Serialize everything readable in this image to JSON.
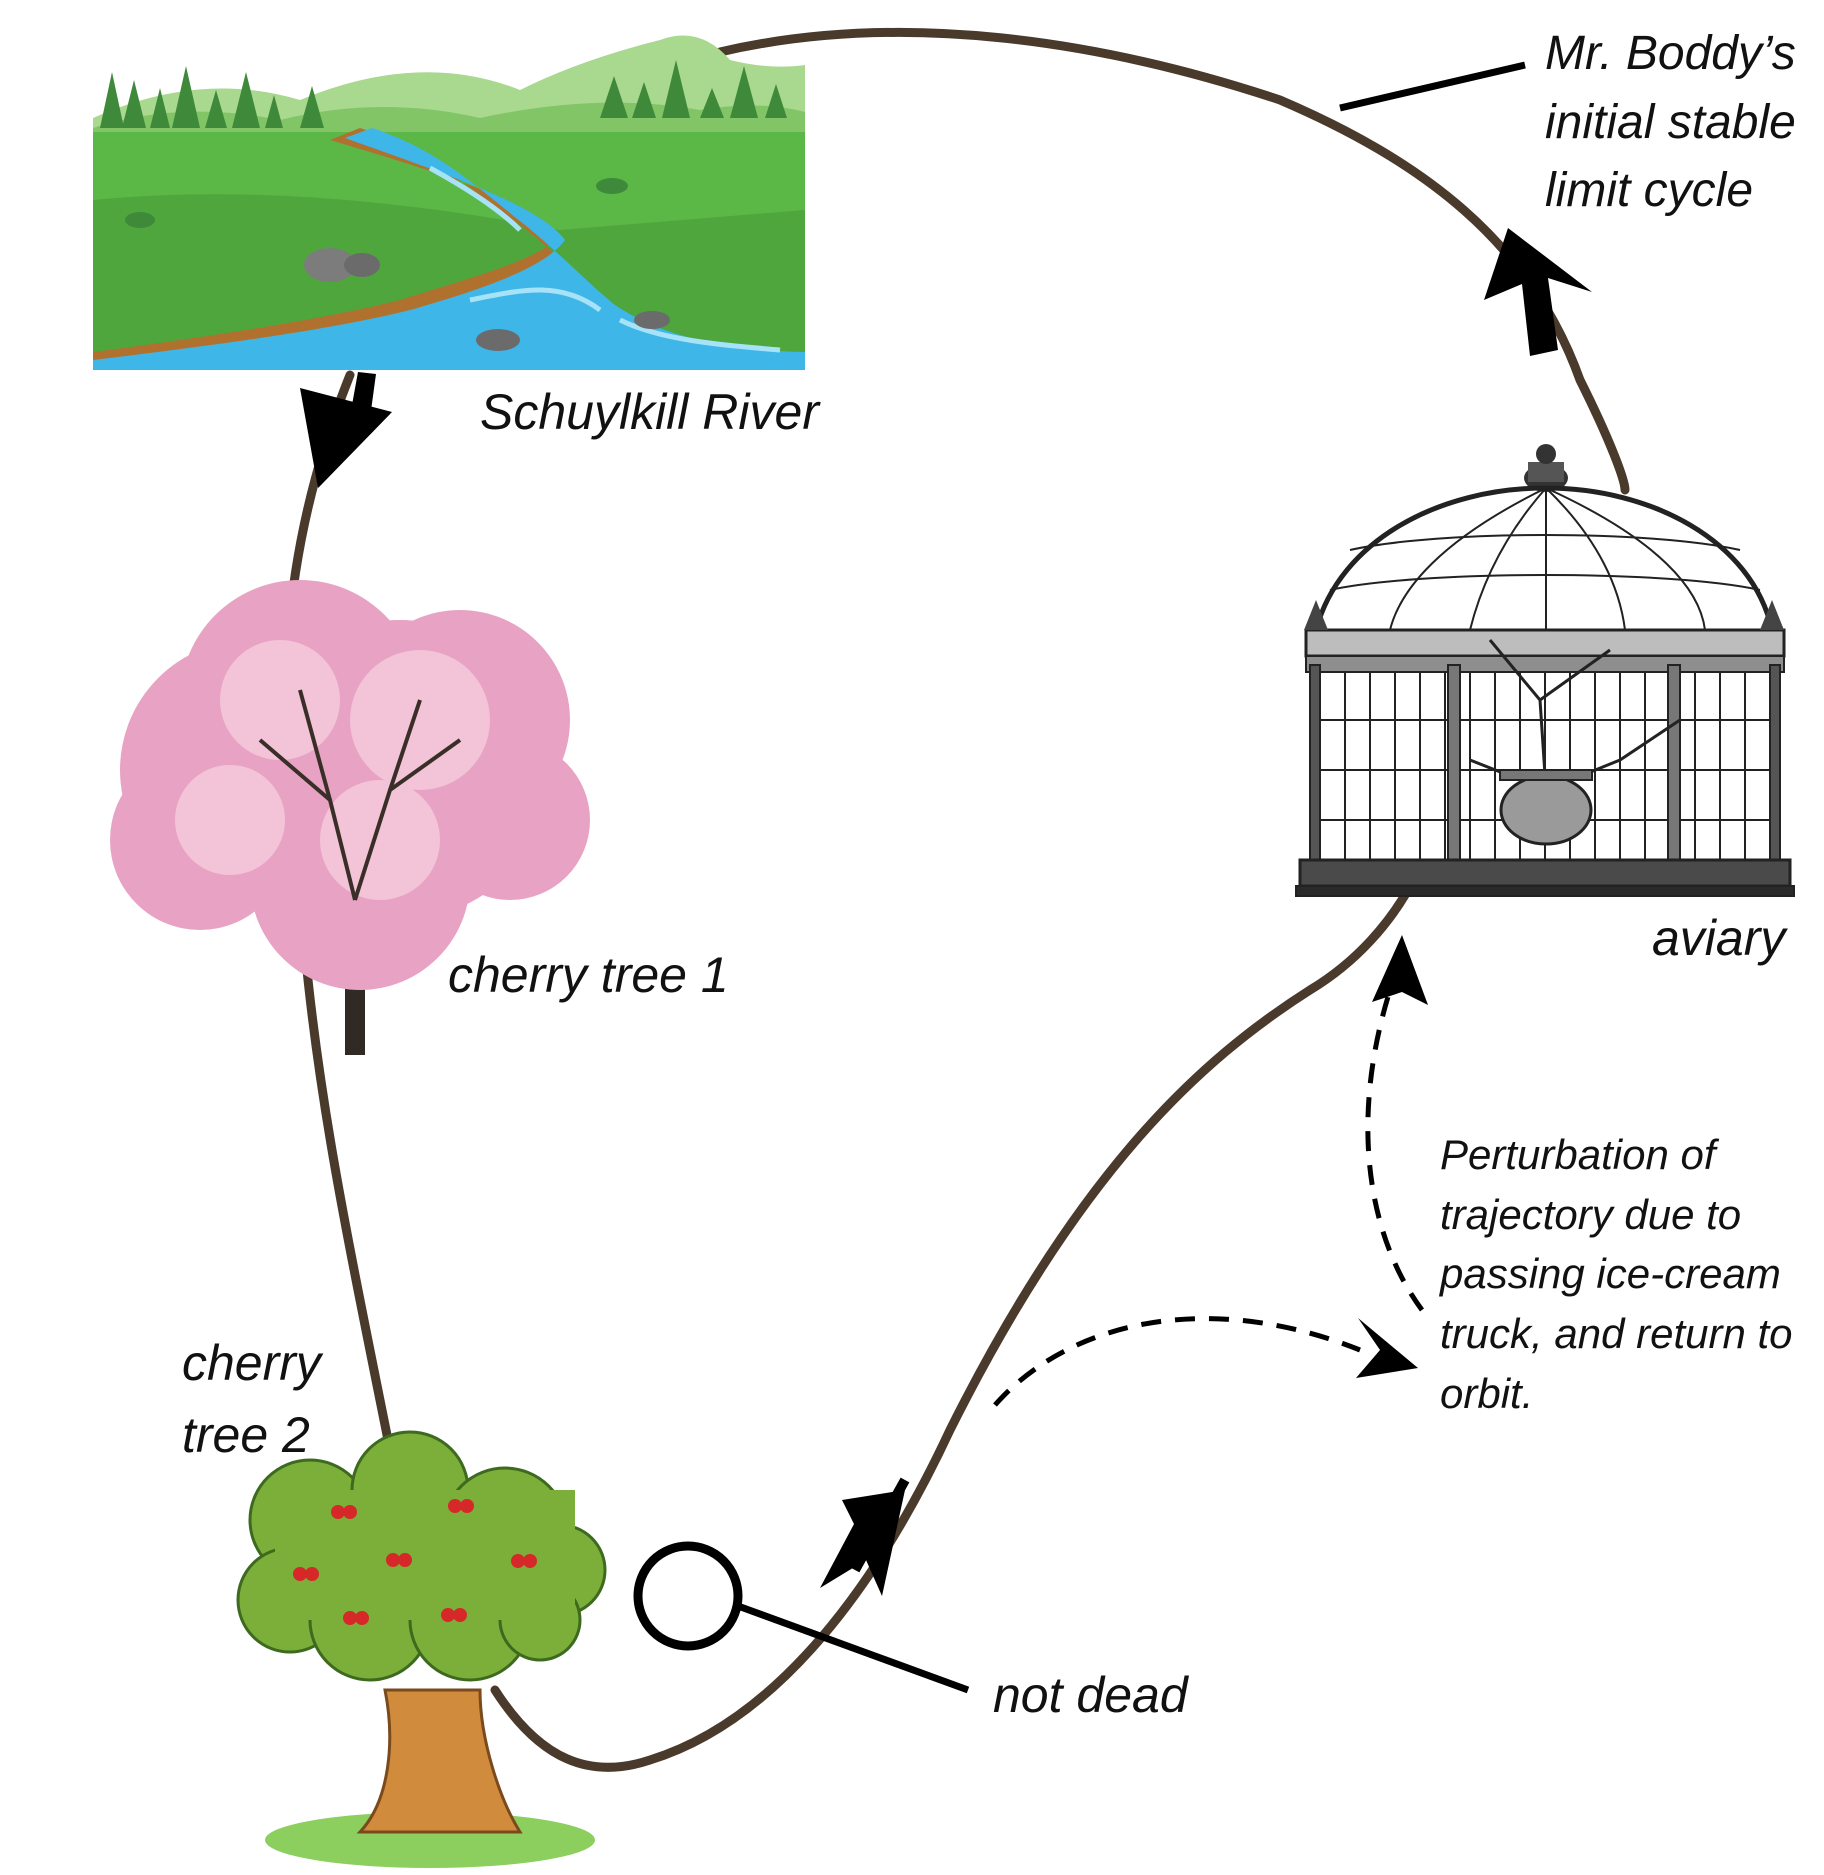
{
  "labels": {
    "river": "Schuylkill River",
    "cherry_tree_1": "cherry tree 1",
    "cherry_tree_2_line1": "cherry",
    "cherry_tree_2_line2": "tree 2",
    "aviary": "aviary",
    "not_dead": "not dead",
    "limit_cycle_line1": "Mr. Boddy’s",
    "limit_cycle_line2": "initial stable",
    "limit_cycle_line3": "limit cycle",
    "perturbation_line1": "Perturbation of",
    "perturbation_line2": "trajectory due to",
    "perturbation_line3": "passing ice-cream",
    "perturbation_line4": "truck, and return to",
    "perturbation_line5": "orbit."
  },
  "colors": {
    "path": "#4a3a2c",
    "arrow": "#000000",
    "river_water": "#3fb6e8",
    "grass": "#5cb84a",
    "blossom": "#e8a3c4",
    "tree_canopy": "#7cae3a",
    "trunk": "#d08b3c",
    "cherry": "#d62828"
  },
  "icons": [
    "river-scene-icon",
    "cherry-blossom-tree-icon",
    "cherry-fruit-tree-icon",
    "aviary-birdcage-icon",
    "fixed-point-circle-icon"
  ]
}
